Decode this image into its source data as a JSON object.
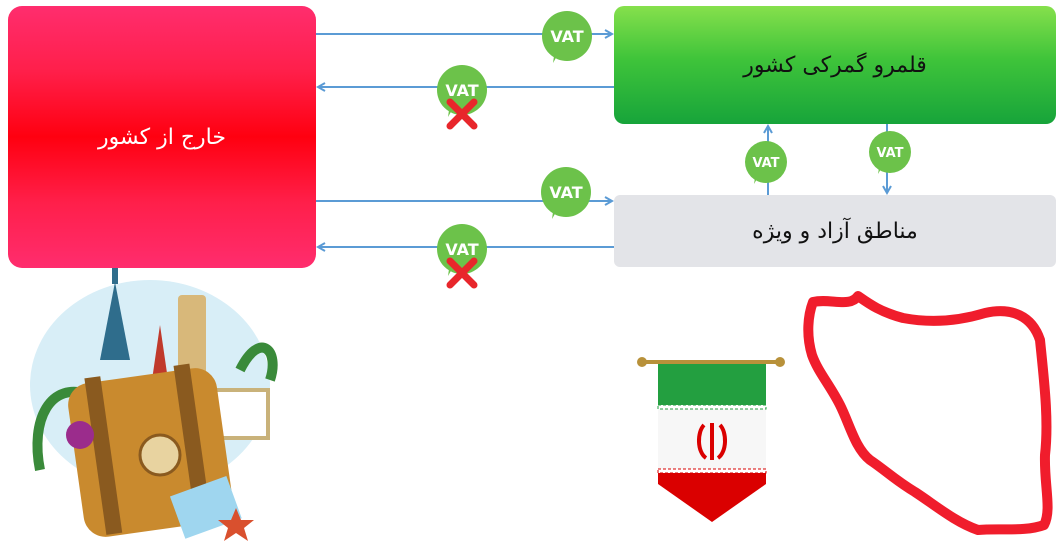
{
  "outside_label": "خارج از کشور",
  "customs_label": "قلمرو گمرکی کشور",
  "free_zones_label": "مناطق آزاد و ویژه",
  "badge_text": "VAT",
  "colors": {
    "outside": "#ff1a4d",
    "customs": "#3fc43a",
    "free_zones": "#e3e4e8",
    "arrow": "#5b9bd5",
    "badge": "#6cc24a",
    "cross": "#e8262b"
  },
  "flows": [
    {
      "from": "outside",
      "to": "customs",
      "vat": true
    },
    {
      "from": "customs",
      "to": "outside",
      "vat": false
    },
    {
      "from": "outside",
      "to": "free_zones",
      "vat": true
    },
    {
      "from": "free_zones",
      "to": "outside",
      "vat": false
    },
    {
      "from": "free_zones",
      "to": "customs",
      "vat": true
    },
    {
      "from": "customs",
      "to": "free_zones",
      "vat": true
    }
  ]
}
